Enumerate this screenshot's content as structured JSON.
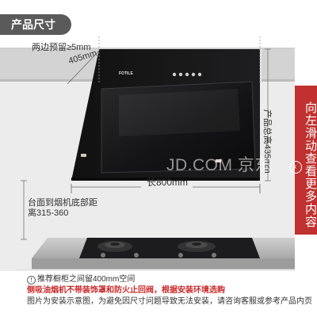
{
  "header": {
    "title": "产品尺寸"
  },
  "dimensions": {
    "side_gap": "两边预留≥5mm",
    "depth": "405mm",
    "height": "产品总高435mm",
    "width": "长800mm",
    "hob_distance": "台面到烟机底部距离315-360"
  },
  "product": {
    "brand": "FOTILE",
    "watermark": "JD.COM 京东"
  },
  "side_tab": {
    "label": "向左滑动查看更多内容",
    "icon": "chevron-left-icon"
  },
  "notes": {
    "icon": "info-icon",
    "line1": "推荐橱柜之间留400mm空间",
    "line2": "侧吸油烟机不带装饰罩和防火止回阀，根据安装环境选购",
    "line3": "图片为安装示意图，为避免因尺寸问题导致无法安装，请咨询客服或参考产品内页"
  },
  "colors": {
    "accent": "#c0312f",
    "header_bg": "#5a5a5a",
    "hood_black": "#1b1b1d",
    "wall": "#e8e8e8",
    "cabinet": "#d9d9d9",
    "counter": "#b9b9b9"
  }
}
